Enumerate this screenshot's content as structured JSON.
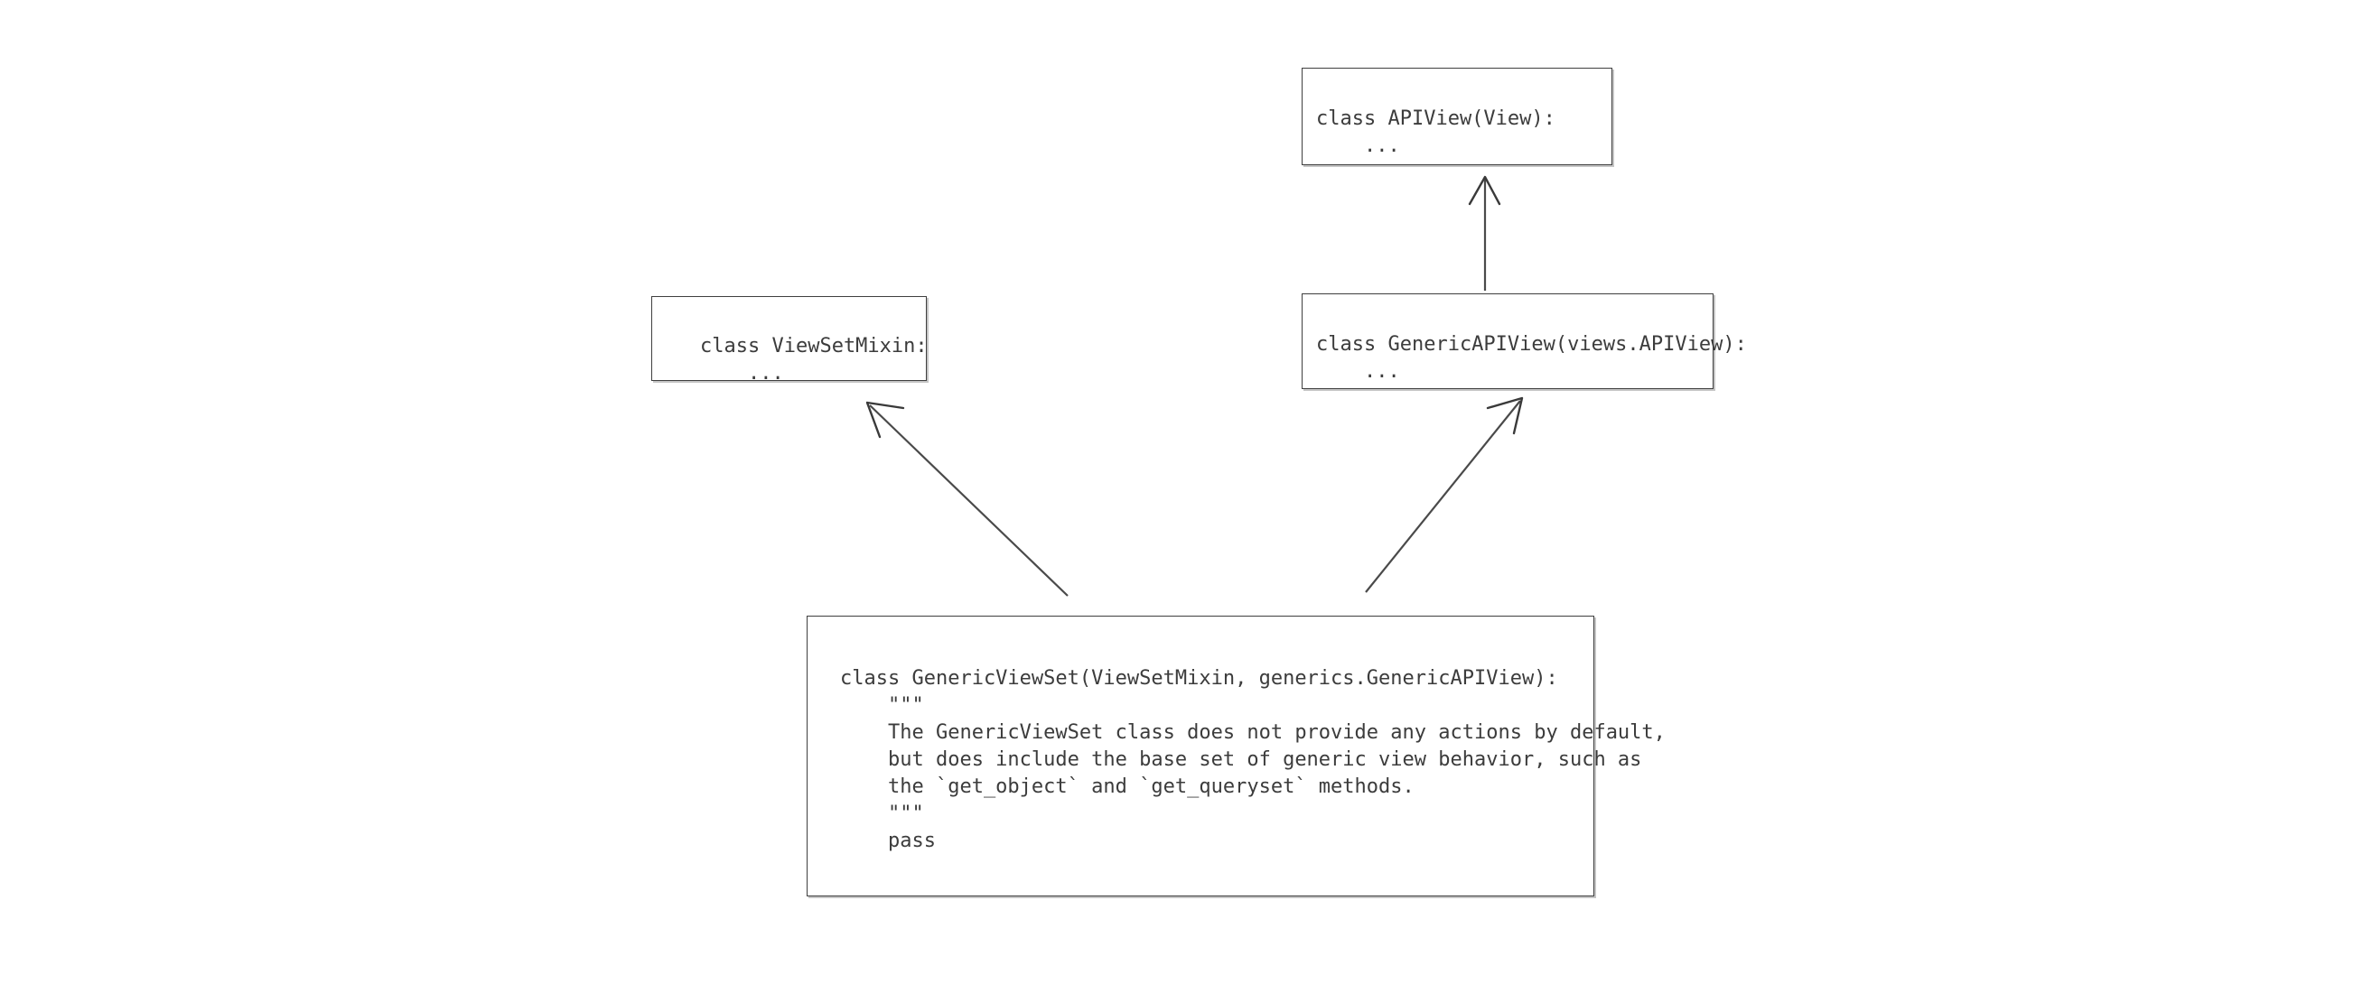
{
  "diagram": {
    "title": "Django REST Framework GenericViewSet class hierarchy",
    "type": "class-inheritance-diagram",
    "background_color": "#ffffff",
    "box_border_color": "#3f3f3f",
    "text_color": "#3c3c3c",
    "arrow_color": "#4a4a4a"
  },
  "boxes": {
    "apiview": {
      "name": "APIView",
      "code": "class APIView(View):\n    ..."
    },
    "viewsetmixin": {
      "name": "ViewSetMixin",
      "code": "class ViewSetMixin:\n    ..."
    },
    "genericapiview": {
      "name": "GenericAPIView",
      "code": "class GenericAPIView(views.APIView):\n    ..."
    },
    "genericviewset": {
      "name": "GenericViewSet",
      "code": "class GenericViewSet(ViewSetMixin, generics.GenericAPIView):\n    \"\"\"\n    The GenericViewSet class does not provide any actions by default,\n    but does include the base set of generic view behavior, such as\n    the `get_object` and `get_queryset` methods.\n    \"\"\"\n    pass"
    }
  },
  "edges": [
    {
      "id": "genericapiview-to-apiview",
      "from": "genericapiview",
      "to": "apiview",
      "style": "open-arrow"
    },
    {
      "id": "genericviewset-to-viewsetmixin",
      "from": "genericviewset",
      "to": "viewsetmixin",
      "style": "open-arrow"
    },
    {
      "id": "genericviewset-to-genericapiview",
      "from": "genericviewset",
      "to": "genericapiview",
      "style": "open-arrow"
    }
  ]
}
